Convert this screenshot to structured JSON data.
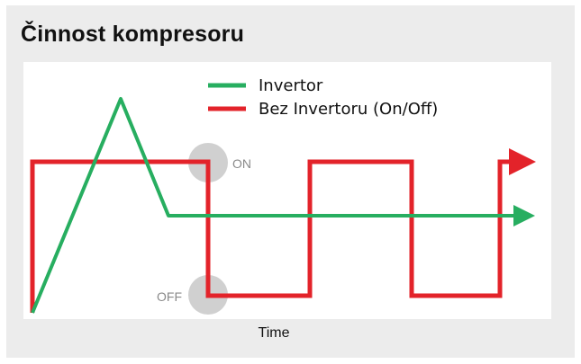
{
  "title": "Činnost kompresoru",
  "legend": {
    "invertor_label": "Invertor",
    "no_invertor_label": "Bez Invertoru (On/Off)"
  },
  "states": {
    "on_label": "ON",
    "off_label": "OFF"
  },
  "axis": {
    "x_label": "Time"
  },
  "colors": {
    "invertor": "#27ae60",
    "no_invertor": "#e3232a",
    "state_marker": "#d0d0d0",
    "panel_background": "#ececec"
  }
}
